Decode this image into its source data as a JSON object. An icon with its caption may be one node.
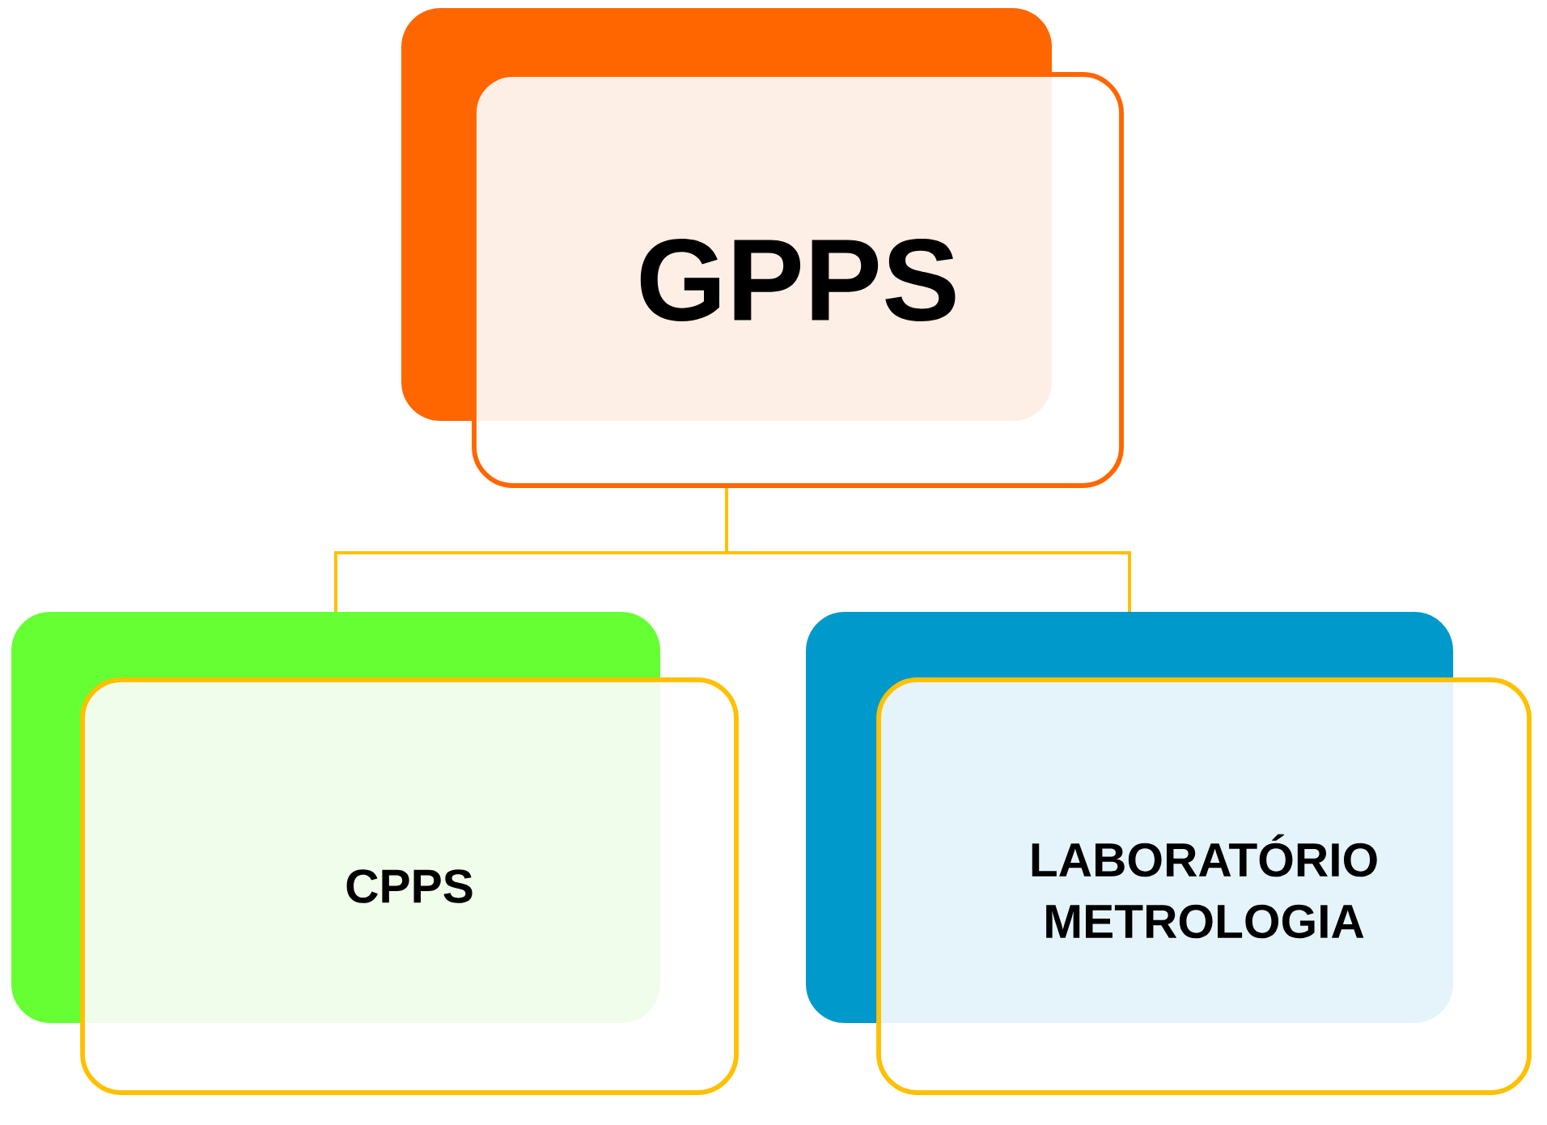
{
  "diagram": {
    "nodes": [
      {
        "text": [
          "GPPS"
        ]
      },
      {
        "text": [
          "CPPS"
        ]
      },
      {
        "text": [
          "LABORATÓRIO METROLOGIA"
        ]
      }
    ],
    "edges": [
      {
        "from": 0,
        "to": 1,
        "arrow": "none"
      },
      {
        "from": 0,
        "to": 2,
        "arrow": "none"
      }
    ]
  }
}
